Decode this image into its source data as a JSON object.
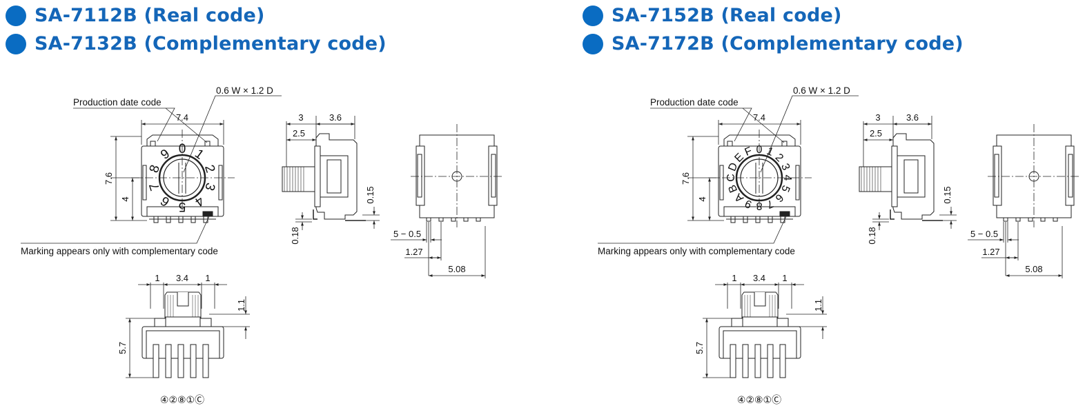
{
  "colors": {
    "accent": "#0a6cc2",
    "heading": "#1466b8",
    "line": "#222222"
  },
  "icons": {
    "bullet": "filled-circle-icon"
  },
  "panels": [
    {
      "headings": [
        "SA-7112B (Real code)",
        "SA-7132B (Complementary code)"
      ],
      "dial_digits": [
        "0",
        "1",
        "2",
        "3",
        "4",
        "5",
        "6",
        "7",
        "8",
        "9"
      ],
      "labels": {
        "slot": "0.6 W × 1.2 D",
        "production": "Production date code",
        "marking": "Marking appears only with complementary code",
        "pins": "④②⑧①Ⓒ"
      },
      "dims": {
        "width": "7.4",
        "height": "7.6",
        "half": "4",
        "side_top_a": "3",
        "side_top_b": "3.6",
        "side_a": "2.5",
        "side_r": "0.15",
        "side_b": "0.18",
        "pin_n": "5 − 0.5",
        "pin_pitch": "1.27",
        "pin_span": "5.08",
        "knob_a": "1",
        "knob_w": "3.4",
        "knob_b": "1",
        "knob_h": "1.1",
        "body_h": "5.7"
      }
    },
    {
      "headings": [
        "SA-7152B (Real code)",
        "SA-7172B (Complementary code)"
      ],
      "dial_digits": [
        "0",
        "1",
        "2",
        "3",
        "4",
        "5",
        "6",
        "7",
        "8",
        "9",
        "A",
        "B",
        "C",
        "D",
        "E",
        "F"
      ],
      "labels": {
        "slot": "0.6 W × 1.2 D",
        "production": "Production date code",
        "marking": "Marking appears only with complementary code",
        "pins": "④②⑧①Ⓒ"
      },
      "dims": {
        "width": "7.4",
        "height": "7.6",
        "half": "4",
        "side_top_a": "3",
        "side_top_b": "3.6",
        "side_a": "2.5",
        "side_r": "0.15",
        "side_b": "0.18",
        "pin_n": "5 − 0.5",
        "pin_pitch": "1.27",
        "pin_span": "5.08",
        "knob_a": "1",
        "knob_w": "3.4",
        "knob_b": "1",
        "knob_h": "1.1",
        "body_h": "5.7"
      }
    }
  ]
}
